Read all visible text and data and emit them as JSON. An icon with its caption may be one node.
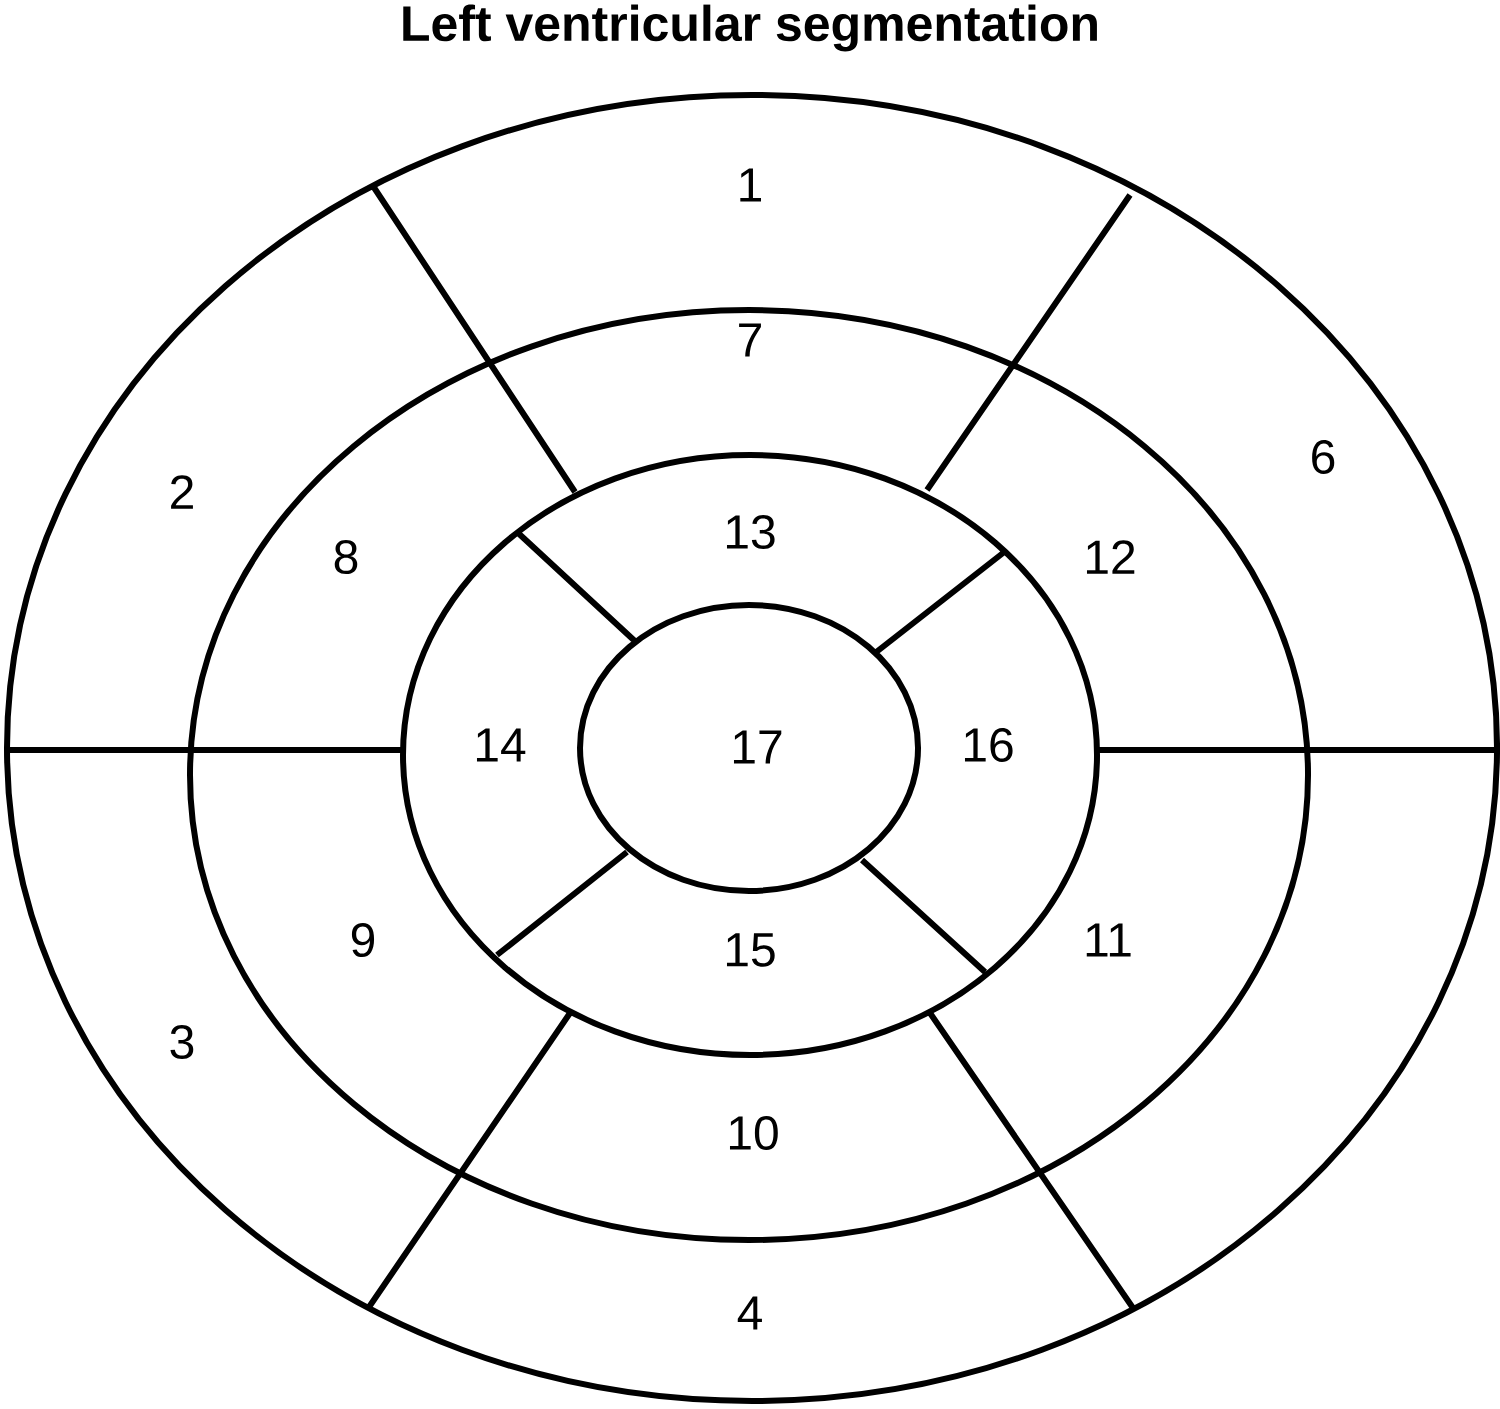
{
  "diagram": {
    "title": "Left ventricular segmentation",
    "labels": [
      "1",
      "7",
      "6",
      "2",
      "13",
      "8",
      "12",
      "14",
      "17",
      "16",
      "9",
      "15",
      "11",
      "3",
      "10",
      "4"
    ]
  }
}
